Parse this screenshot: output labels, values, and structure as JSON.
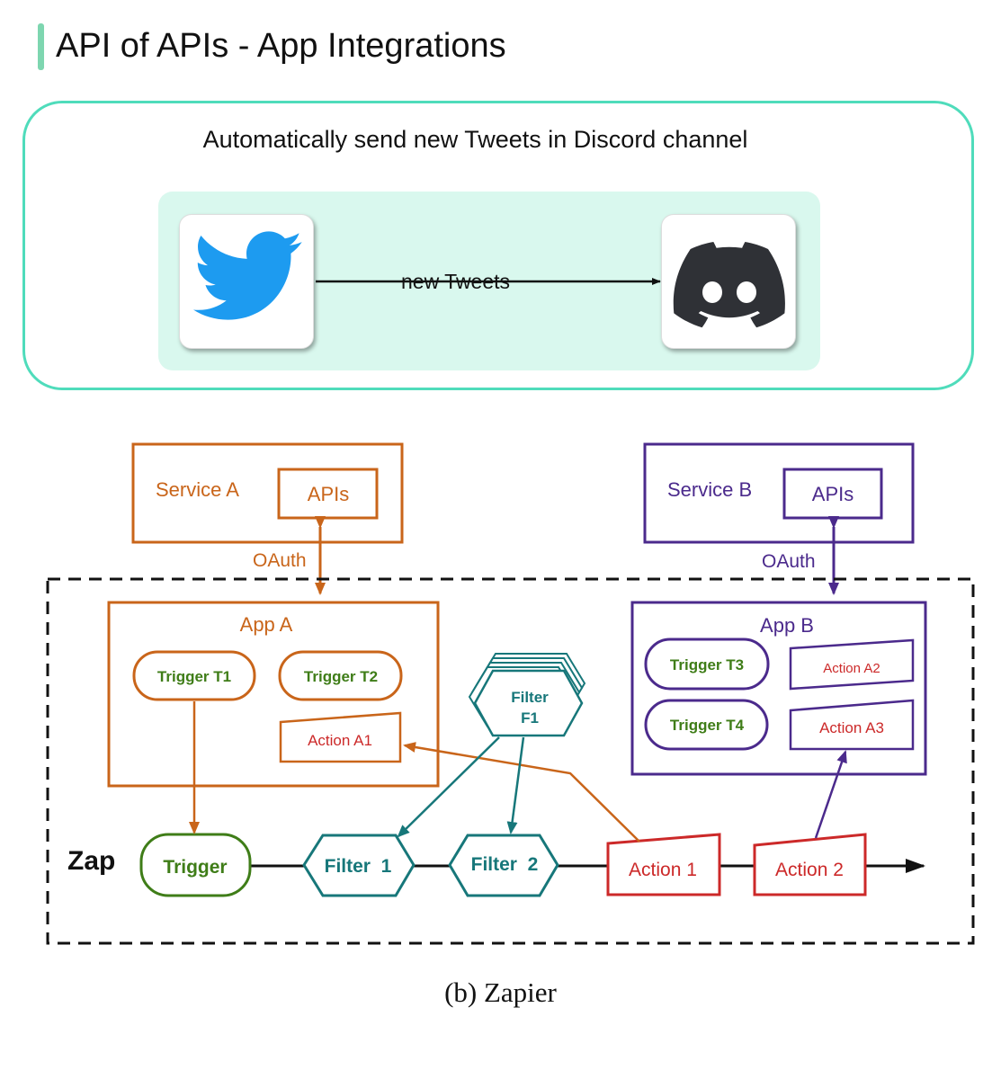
{
  "title": "API of APIs - App Integrations",
  "example": {
    "caption": "Automatically send new Tweets in Discord channel",
    "source_app": "twitter-logo",
    "target_app": "discord-logo",
    "flow_label": "new Tweets"
  },
  "zapier": {
    "service_a": {
      "label": "Service A",
      "apis": "APIs",
      "oauth": "OAuth"
    },
    "service_b": {
      "label": "Service B",
      "apis": "APIs",
      "oauth": "OAuth"
    },
    "app_a": {
      "label": "App A",
      "trigger_t1": "Trigger T1",
      "trigger_t2": "Trigger T2",
      "action_a1": "Action A1"
    },
    "app_b": {
      "label": "App B",
      "trigger_t3": "Trigger T3",
      "trigger_t4": "Trigger T4",
      "action_a2": "Action A2",
      "action_a3": "Action A3"
    },
    "filter_f1": {
      "line1": "Filter",
      "line2": "F1"
    },
    "zap": {
      "label": "Zap",
      "trigger": "Trigger",
      "filter1": "Filter  1",
      "filter2": "Filter  2",
      "action1": "Action 1",
      "action2": "Action 2"
    },
    "caption": "(b) Zapier"
  },
  "colors": {
    "accent_bar": "#7ed6b0",
    "card_border": "#4fdcbb",
    "panel_bg": "#d9f8ee",
    "orange": "#c9651a",
    "purple": "#4b2a8c",
    "green": "#3f7d18",
    "red": "#cc2929",
    "teal": "#17777a",
    "twitter_blue": "#1d9bf0",
    "discord_dark": "#2f3136"
  }
}
